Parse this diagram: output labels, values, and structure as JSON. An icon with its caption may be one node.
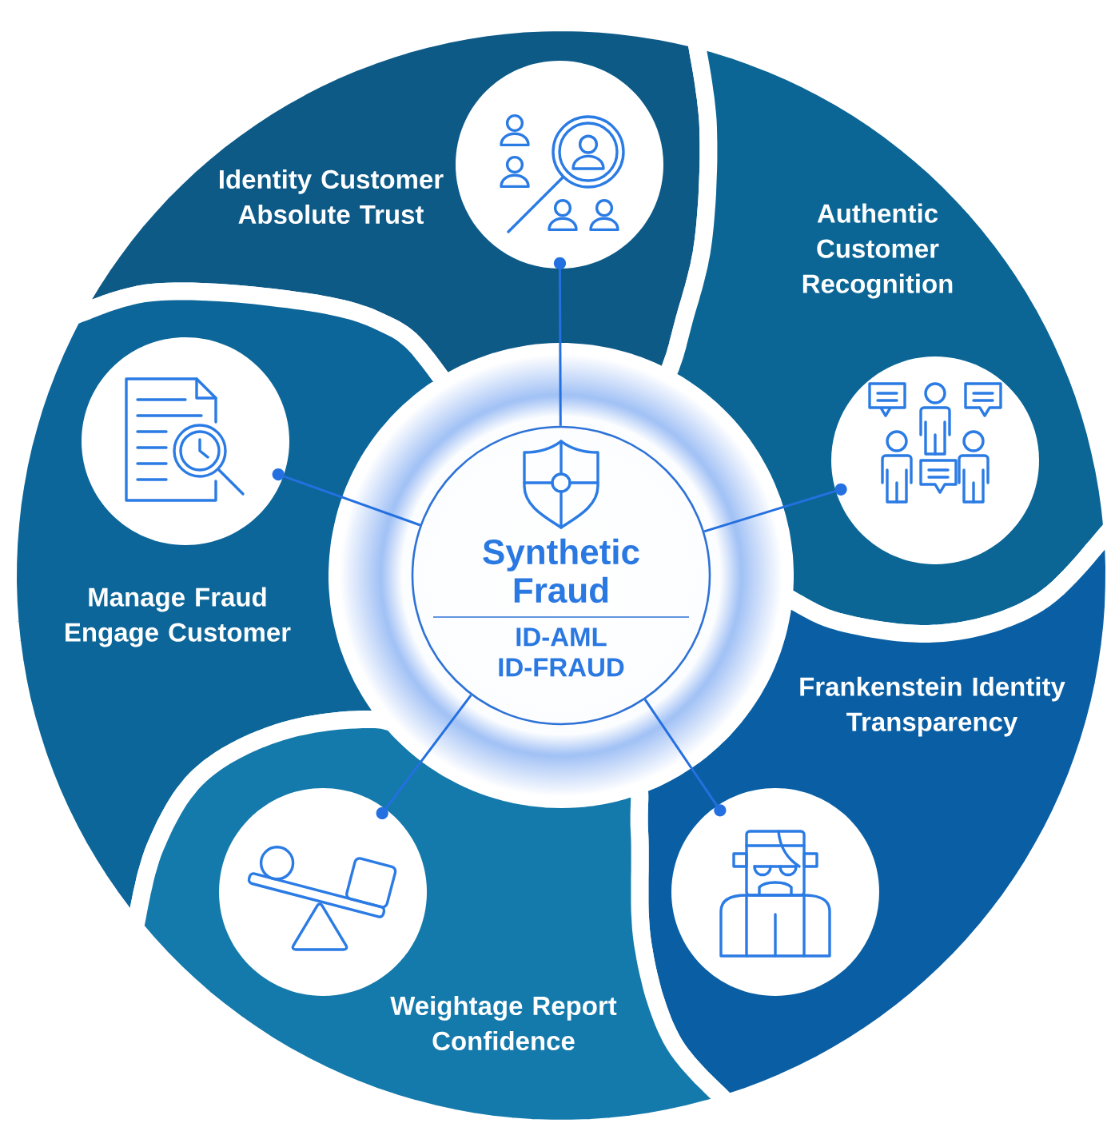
{
  "diagram": {
    "nodes": [
      {
        "text": [
          "Identity Customer Absolute Trust"
        ]
      },
      {
        "text": [],
        "shape": "circle",
        "in": 0
      },
      {
        "text": [
          "Authentic Customer Recognition"
        ]
      },
      {
        "text": [],
        "shape": "circle",
        "in": 2
      },
      {
        "text": [
          "Manage Fraud Engage Customer"
        ]
      },
      {
        "text": [],
        "shape": "circle",
        "in": 4
      },
      {
        "text": [
          "Synthetic Fraud",
          "ID-AML ID-FRAUD"
        ]
      },
      {
        "text": [
          "Frankenstein Identity Transparency"
        ]
      },
      {
        "text": [],
        "shape": "circle",
        "in": 7
      },
      {
        "text": [
          "Weightage Report Confidence"
        ]
      },
      {
        "text": [],
        "shape": "circle",
        "in": 9
      }
    ],
    "edges": [
      {
        "from": 6,
        "to": 1,
        "arrow": "other"
      },
      {
        "from": 6,
        "to": 3,
        "arrow": "other"
      },
      {
        "from": 6,
        "to": 5,
        "arrow": "other"
      },
      {
        "from": 6,
        "to": 8,
        "arrow": "other"
      },
      {
        "from": 6,
        "to": 10,
        "arrow": "other"
      }
    ]
  }
}
